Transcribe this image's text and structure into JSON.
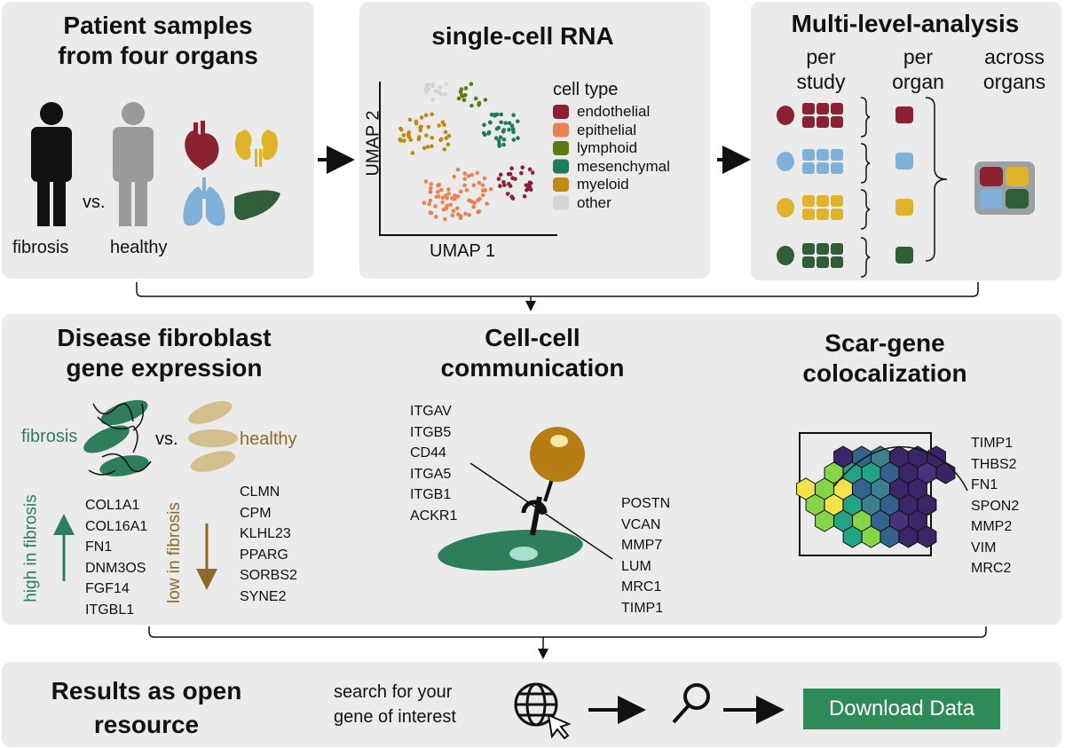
{
  "panel1": {
    "title_line1": "Patient samples",
    "title_line2": "from four organs",
    "fibrosis": "fibrosis",
    "vs": "vs.",
    "healthy": "healthy"
  },
  "panel2": {
    "title": "single-cell RNA",
    "xaxis": "UMAP 1",
    "yaxis": "UMAP 2",
    "legend_title": "cell type",
    "legend": [
      {
        "label": "endothelial",
        "color": "#8b2232"
      },
      {
        "label": "epithelial",
        "color": "#e9824f"
      },
      {
        "label": "lymphoid",
        "color": "#5a7a12"
      },
      {
        "label": "mesenchymal",
        "color": "#1f7a5c"
      },
      {
        "label": "myeloid",
        "color": "#c08a12"
      },
      {
        "label": "other",
        "color": "#d4d4d4"
      }
    ]
  },
  "panel3": {
    "title": "Multi-level-analysis",
    "col1_line1": "per",
    "col1_line2": "study",
    "col2_line1": "per",
    "col2_line2": "organ",
    "col3_line1": "across",
    "col3_line2": "organs",
    "colors": {
      "heart": "#8b2232",
      "lung": "#7fb0d8",
      "kidney": "#e0b32a",
      "liver": "#2f5e37"
    }
  },
  "panel4": {
    "col1_title_line1": "Disease fibroblast",
    "col1_title_line2": "gene expression",
    "fibrosis": "fibrosis",
    "vs": "vs.",
    "healthy": "healthy",
    "high_label": "high in fibrosis",
    "low_label": "low in fibrosis",
    "high_genes": [
      "COL1A1",
      "COL16A1",
      "FN1",
      "DNM3OS",
      "FGF14",
      "ITGBL1"
    ],
    "low_genes": [
      "CLMN",
      "CPM",
      "KLHL23",
      "PPARG",
      "SORBS2",
      "SYNE2"
    ],
    "col2_title_line1": "Cell-cell",
    "col2_title_line2": "communication",
    "receptors": [
      "ITGAV",
      "ITGB5",
      "CD44",
      "ITGA5",
      "ITGB1",
      "ACKR1"
    ],
    "ligands": [
      "POSTN",
      "VCAN",
      "MMP7",
      "LUM",
      "MRC1",
      "TIMP1"
    ],
    "col3_title_line1": "Scar-gene",
    "col3_title_line2": "colocalization",
    "scar_genes": [
      "TIMP1",
      "THBS2",
      "FN1",
      "SPON2",
      "MMP2",
      "VIM",
      "MRC2"
    ]
  },
  "panel5": {
    "title_line1": "Results as open",
    "title_line2": "resource",
    "search_line1": "search for your",
    "search_line2": "gene of interest",
    "download_button": "Download Data"
  }
}
